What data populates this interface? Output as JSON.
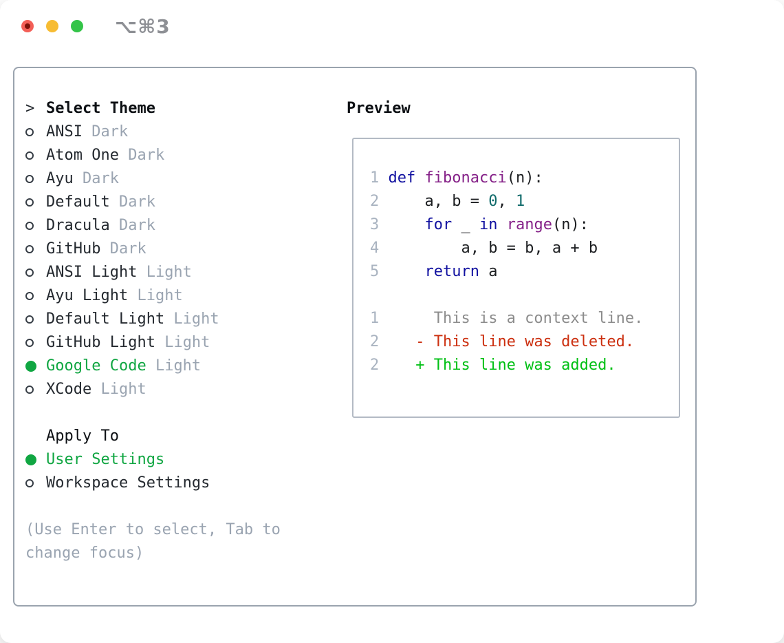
{
  "window": {
    "title": "⌥⌘3"
  },
  "colors": {
    "text": "#24292f",
    "heading": "#0d1014",
    "muted": "#9aa4b1",
    "green": "#10a642",
    "panel_border": "#9aa3ae",
    "box_border": "#b3bac4",
    "title_gray": "#8e9095",
    "line_number": "#a9b3c0",
    "keyword": "#1111a0",
    "function": "#852188",
    "literal": "#0f6a6a",
    "code_text": "#1c1e21",
    "context": "#8c8c8c",
    "deleted": "#cc3010",
    "added": "#00c014",
    "light_red": "#f35f57",
    "light_red_dot": "#7d1209",
    "light_yellow": "#f7bc33",
    "light_green": "#33c448"
  },
  "theme_panel": {
    "header": {
      "prefix": ">",
      "title": "Select Theme"
    },
    "themes": [
      {
        "name": "ANSI",
        "variant": "Dark",
        "selected": false
      },
      {
        "name": "Atom One",
        "variant": "Dark",
        "selected": false
      },
      {
        "name": "Ayu",
        "variant": "Dark",
        "selected": false
      },
      {
        "name": "Default",
        "variant": "Dark",
        "selected": false
      },
      {
        "name": "Dracula",
        "variant": "Dark",
        "selected": false
      },
      {
        "name": "GitHub",
        "variant": "Dark",
        "selected": false
      },
      {
        "name": "ANSI Light",
        "variant": "Light",
        "selected": false
      },
      {
        "name": "Ayu Light",
        "variant": "Light",
        "selected": false
      },
      {
        "name": "Default Light",
        "variant": "Light",
        "selected": false
      },
      {
        "name": "GitHub Light",
        "variant": "Light",
        "selected": false
      },
      {
        "name": "Google Code",
        "variant": "Light",
        "selected": true
      },
      {
        "name": "XCode",
        "variant": "Light",
        "selected": false
      }
    ],
    "apply_to": {
      "title": "Apply To",
      "options": [
        {
          "label": "User Settings",
          "selected": true
        },
        {
          "label": "Workspace Settings",
          "selected": false
        }
      ]
    },
    "hint_lines": [
      "(Use Enter to select, Tab to",
      "change focus)"
    ]
  },
  "preview": {
    "title": "Preview",
    "code_lines": [
      [
        [
          "num",
          "1"
        ],
        [
          "pl",
          " "
        ],
        [
          "kw",
          "def"
        ],
        [
          "pl",
          " "
        ],
        [
          "fn",
          "fibonacci"
        ],
        [
          "pl",
          "(n):"
        ]
      ],
      [
        [
          "num",
          "2"
        ],
        [
          "pl",
          "     a, b = "
        ],
        [
          "lit",
          "0"
        ],
        [
          "pl",
          ", "
        ],
        [
          "lit",
          "1"
        ]
      ],
      [
        [
          "num",
          "3"
        ],
        [
          "pl",
          "     "
        ],
        [
          "kw",
          "for"
        ],
        [
          "pl",
          " _ "
        ],
        [
          "kw",
          "in"
        ],
        [
          "pl",
          " "
        ],
        [
          "fn",
          "range"
        ],
        [
          "pl",
          "(n):"
        ]
      ],
      [
        [
          "num",
          "4"
        ],
        [
          "pl",
          "         a, b = b, a + b"
        ]
      ],
      [
        [
          "num",
          "5"
        ],
        [
          "pl",
          "     "
        ],
        [
          "kw",
          "return"
        ],
        [
          "pl",
          " a"
        ]
      ],
      [],
      [
        [
          "num",
          "1"
        ],
        [
          "ctx",
          "      This is a context line."
        ]
      ],
      [
        [
          "num",
          "2"
        ],
        [
          "pl",
          "    "
        ],
        [
          "del",
          "- This line was deleted."
        ]
      ],
      [
        [
          "num",
          "2"
        ],
        [
          "pl",
          "    "
        ],
        [
          "add",
          "+ This line was added."
        ]
      ]
    ]
  }
}
